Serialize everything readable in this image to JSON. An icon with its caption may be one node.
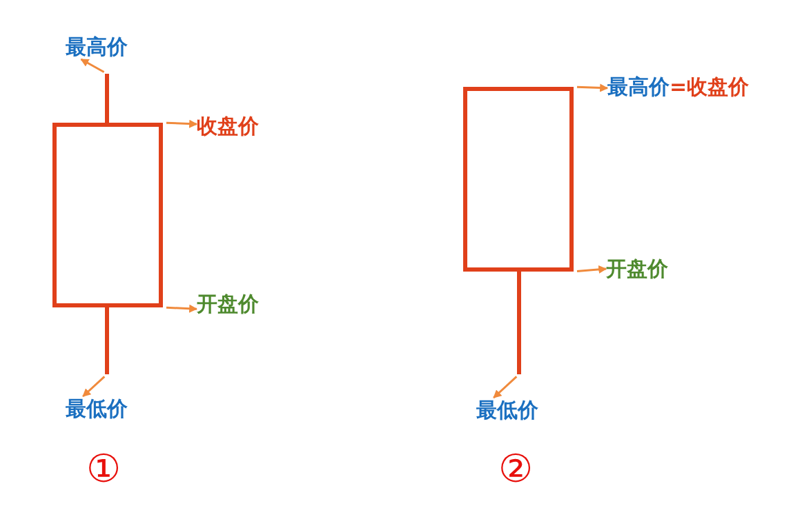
{
  "diagram": {
    "nodes": [
      {
        "text": [
          "最高价"
        ]
      },
      {
        "text": [
          "收盘价"
        ]
      },
      {
        "text": [
          "开盘价"
        ]
      },
      {
        "text": [
          "最低价"
        ]
      },
      {
        "text": [],
        "shape": "box"
      },
      {
        "text": [],
        "shape": "bar"
      },
      {
        "text": [],
        "shape": "bar"
      },
      {
        "text": [
          "最高价",
          "=收盘价"
        ]
      },
      {
        "text": [
          "开盘价"
        ]
      },
      {
        "text": [
          "最低价"
        ]
      },
      {
        "text": [],
        "shape": "box"
      },
      {
        "text": [],
        "shape": "bar"
      }
    ],
    "edges": [
      {
        "from": 5,
        "to": 0,
        "arrow": "to"
      },
      {
        "from": 4,
        "to": 1,
        "arrow": "to"
      },
      {
        "from": 4,
        "to": 2,
        "arrow": "to"
      },
      {
        "from": 6,
        "to": 3,
        "arrow": "to"
      },
      {
        "from": 10,
        "to": 7,
        "arrow": "to"
      },
      {
        "from": 10,
        "to": 8,
        "arrow": "to"
      },
      {
        "from": 11,
        "to": 9,
        "arrow": "to"
      }
    ],
    "labels": [
      "①",
      "②"
    ]
  }
}
